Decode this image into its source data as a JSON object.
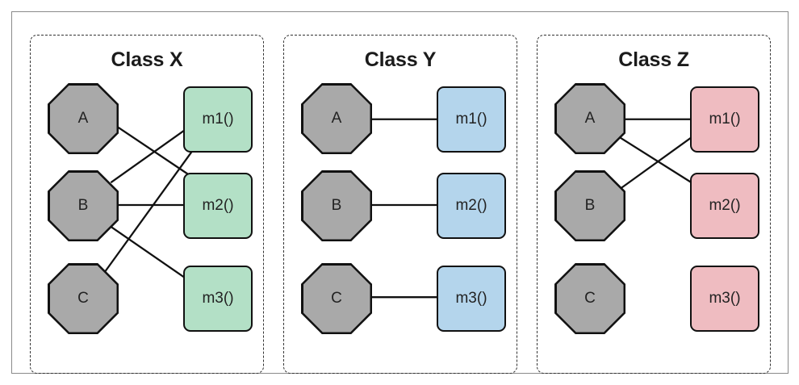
{
  "colors": {
    "octagon_fill": "#a9a9a9",
    "octagon_stroke": "#111111",
    "class_x_method_fill": "#b3e0c6",
    "class_y_method_fill": "#b4d5ec",
    "class_z_method_fill": "#efbcc1"
  },
  "nodes": {
    "a": "A",
    "b": "B",
    "c": "C"
  },
  "methods": {
    "m1": "m1()",
    "m2": "m2()",
    "m3": "m3()"
  },
  "classes": [
    {
      "title": "Class X",
      "method_color": "#b3e0c6",
      "links": [
        [
          "A",
          "m2()"
        ],
        [
          "B",
          "m1()"
        ],
        [
          "B",
          "m2()"
        ],
        [
          "B",
          "m3()"
        ],
        [
          "C",
          "m1()"
        ]
      ]
    },
    {
      "title": "Class Y",
      "method_color": "#b4d5ec",
      "links": [
        [
          "A",
          "m1()"
        ],
        [
          "B",
          "m2()"
        ],
        [
          "C",
          "m3()"
        ]
      ]
    },
    {
      "title": "Class Z",
      "method_color": "#efbcc1",
      "links": [
        [
          "A",
          "m1()"
        ],
        [
          "A",
          "m2()"
        ],
        [
          "B",
          "m1()"
        ]
      ]
    }
  ]
}
